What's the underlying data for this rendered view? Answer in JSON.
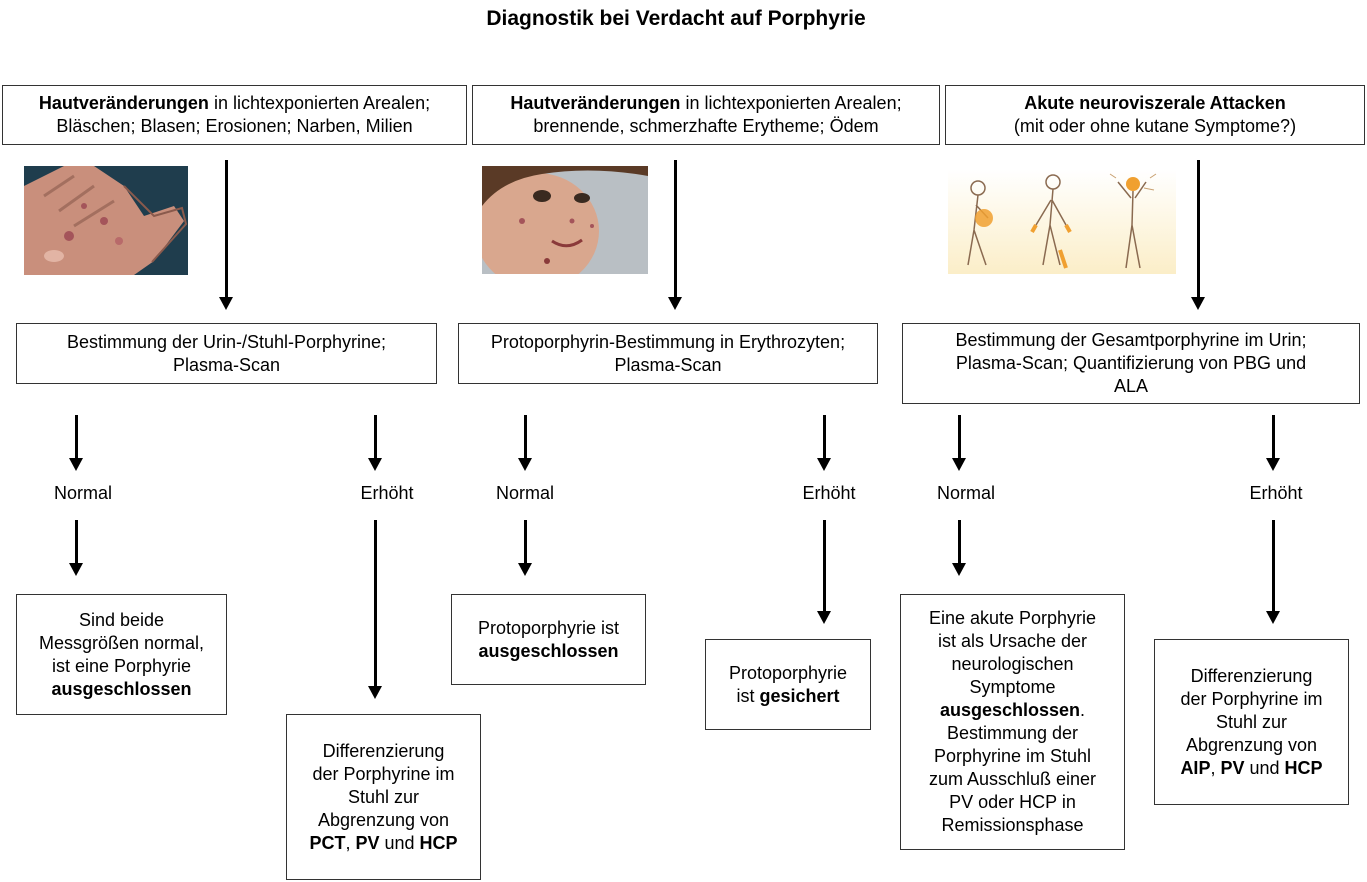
{
  "title": "Diagnostik bei Verdacht auf Porphyrie",
  "columns": [
    {
      "header": {
        "bold": "Hautveränderungen",
        "rest1": " in lichtexponierten Arealen;",
        "line2": "Bläschen; Blasen; Erosionen; Narben, Milien"
      },
      "test": {
        "line1": "Bestimmung der Urin-/Stuhl-Porphyrine;",
        "line2": "Plasma-Scan"
      },
      "normal_label": "Normal",
      "elevated_label": "Erhöht",
      "normal_result": {
        "l1": "Sind beide",
        "l2": "Messgrößen normal,",
        "l3": "ist eine Porphyrie",
        "l4_bold": "ausgeschlossen"
      },
      "elevated_result": {
        "l1": "Differenzierung",
        "l2": "der Porphyrine im",
        "l3": "Stuhl zur",
        "l4": "Abgrenzung von",
        "b1": "PCT",
        "sep1": ", ",
        "b2": "PV",
        "sep2": " und ",
        "b3": "HCP"
      }
    },
    {
      "header": {
        "bold": "Hautveränderungen",
        "rest1": " in lichtexponierten Arealen;",
        "line2": "brennende, schmerzhafte Erytheme; Ödem"
      },
      "test": {
        "line1": "Protoporphyrin-Bestimmung in Erythrozyten;",
        "line2": "Plasma-Scan"
      },
      "normal_label": "Normal",
      "elevated_label": "Erhöht",
      "normal_result": {
        "l1": "Protoporphyrie ist",
        "l2_bold": "ausgeschlossen"
      },
      "elevated_result": {
        "l1": "Protoporphyrie",
        "l2": "ist ",
        "l2_bold": "gesichert"
      }
    },
    {
      "header": {
        "bold": "Akute neuroviszerale Attacken",
        "line2": "(mit oder ohne kutane Symptome?)"
      },
      "test": {
        "line1": "Bestimmung der Gesamtporphyrine im Urin;",
        "line2": "Plasma-Scan; Quantifizierung von PBG und",
        "line3": "ALA"
      },
      "normal_label": "Normal",
      "elevated_label": "Erhöht",
      "normal_result": {
        "l1": "Eine akute Porphyrie",
        "l2": "ist als Ursache der",
        "l3": "neurologischen",
        "l4": "Symptome",
        "l5_bold": "ausgeschlossen",
        "l5_rest": ".",
        "l6": "Bestimmung der",
        "l7": "Porphyrine im Stuhl",
        "l8": "zum Ausschluß einer",
        "l9": "PV oder HCP in",
        "l10": "Remissionsphase"
      },
      "elevated_result": {
        "l1": "Differenzierung",
        "l2": "der Porphyrine im",
        "l3": "Stuhl zur",
        "l4": "Abgrenzung von",
        "b1": "AIP",
        "sep1": ", ",
        "b2": "PV",
        "sep2": " und ",
        "b3": "HCP"
      }
    }
  ],
  "colors": {
    "skin": "#c98f7c",
    "skin_dark": "#8a5a4c",
    "photo_bg": "#1f3d4d",
    "child_bg": "#b9bfc4",
    "figure_orange": "#f0a030"
  }
}
